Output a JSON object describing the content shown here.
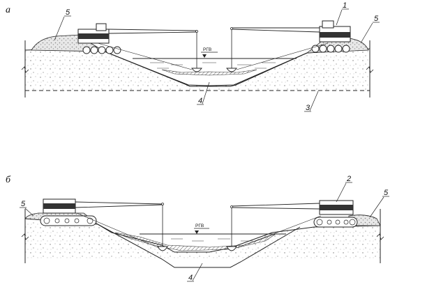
{
  "panel_a": {
    "letter": "а",
    "callouts": {
      "excavator_right": "1",
      "spoil_left": "5",
      "spoil_right": "5",
      "trench": "4",
      "level": "3"
    },
    "water_level": "РГВ"
  },
  "panel_b": {
    "letter": "б",
    "callouts": {
      "excavator_right": "2",
      "spoil_left": "5",
      "spoil_right": "5",
      "trench": "4"
    },
    "water_level": "РГВ"
  }
}
